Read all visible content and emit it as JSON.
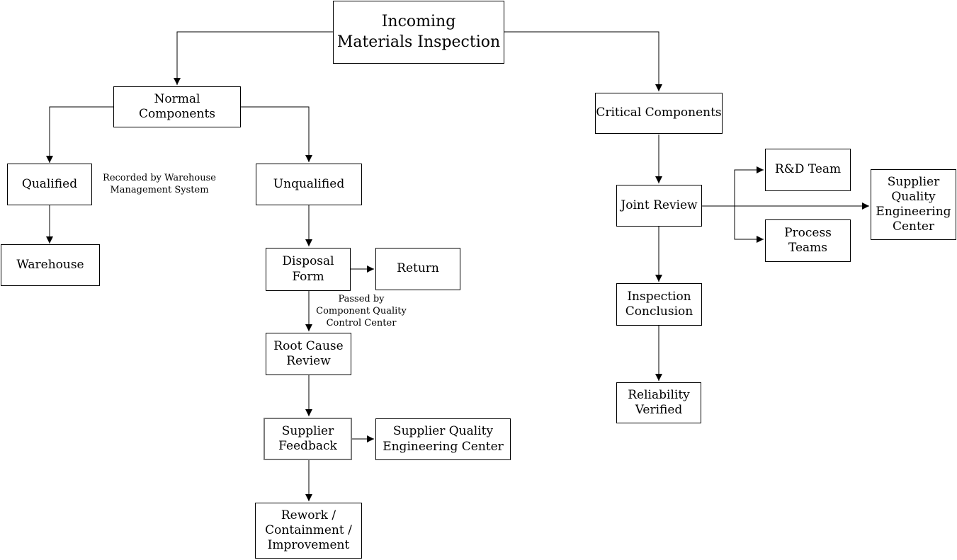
{
  "diagram": {
    "nodes": {
      "title": {
        "label": "Incoming\nMaterials Inspection"
      },
      "normal_components": {
        "label": "Normal Components"
      },
      "critical_components": {
        "label": "Critical Components"
      },
      "qualified": {
        "label": "Qualified"
      },
      "unqualified": {
        "label": "Unqualified"
      },
      "warehouse": {
        "label": "Warehouse"
      },
      "disposal_form": {
        "label": "Disposal\nForm"
      },
      "return": {
        "label": "Return"
      },
      "root_cause_review": {
        "label": "Root Cause\nReview"
      },
      "supplier_feedback": {
        "label": "Supplier\nFeedback"
      },
      "supplier_quality_engineering_center_left": {
        "label": "Supplier Quality\nEngineering Center"
      },
      "rework": {
        "label": "Rework /\nContainment /\nImprovement"
      },
      "joint_review": {
        "label": "Joint Review"
      },
      "rnd_team": {
        "label": "R&D Team"
      },
      "process_teams": {
        "label": "Process\nTeams"
      },
      "supplier_quality_engineering_center_right": {
        "label": "Supplier\nQuality\nEngineering\nCenter"
      },
      "inspection_conclusion": {
        "label": "Inspection\nConclusion"
      },
      "reliability_verified": {
        "label": "Reliability\nVerified"
      }
    },
    "annotations": {
      "recorded_by": "Recorded by Warehouse\nManagement System",
      "passed_by": "Passed by\nComponent Quality\nControl Center"
    },
    "colors": {
      "background": "#ffffff",
      "text": "#000000",
      "line": "#000000",
      "box_border": "#000000",
      "supplier_feedback_border": "#7a7a7a"
    }
  }
}
